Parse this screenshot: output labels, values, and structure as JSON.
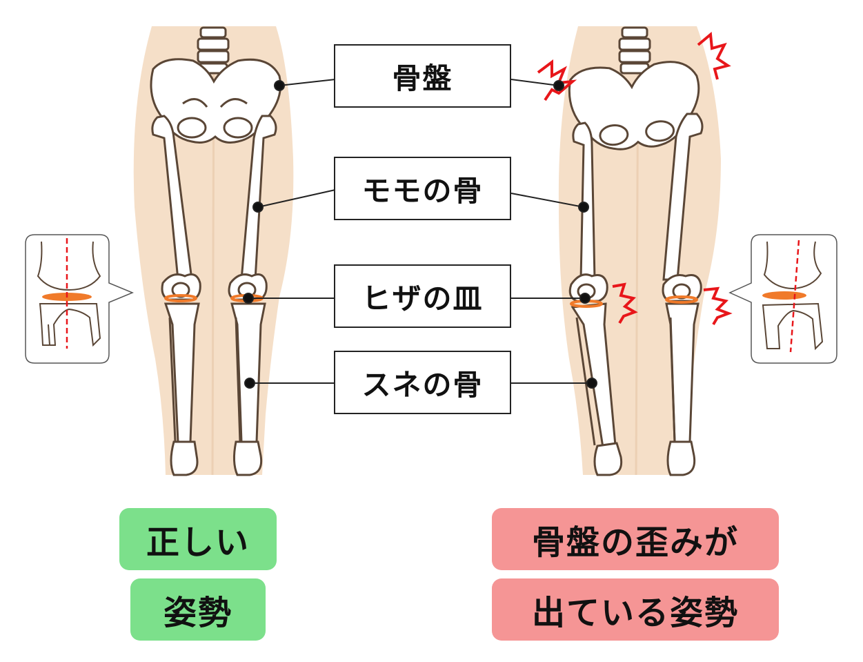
{
  "labels": {
    "pelvis": "骨盤",
    "femur": "モモの骨",
    "kneecap": "ヒザの皿",
    "shin": "スネの骨"
  },
  "left_caption": {
    "line1": "正しい",
    "line2": "姿勢"
  },
  "right_caption": {
    "line1": "骨盤の歪みが",
    "line2": "出ている姿勢"
  },
  "colors": {
    "skin": "#f5dfc8",
    "bone_outline": "#5a4636",
    "kneecap_ring": "#f07a2a",
    "pain_mark": "#e8161a",
    "good_tag": "#7ce08b",
    "bad_tag": "#f59595"
  }
}
